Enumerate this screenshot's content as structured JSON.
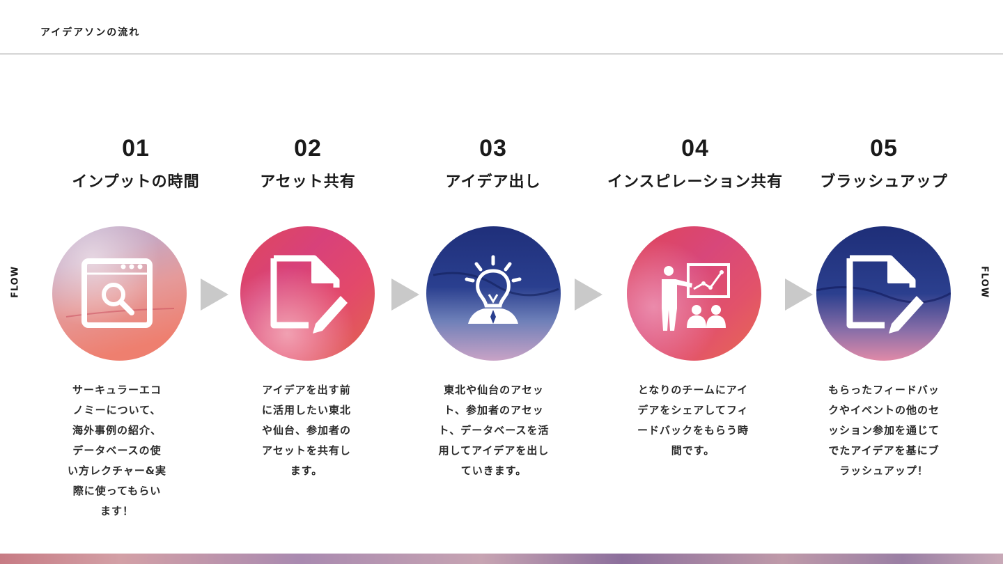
{
  "header": {
    "title": "アイデアソンの流れ"
  },
  "side_labels": {
    "left": "FLOW",
    "right": "FLOW"
  },
  "colors": {
    "arrow": "#c9c9c9",
    "rule": "#8a8a8a",
    "text": "#1a1a1a"
  },
  "steps": [
    {
      "number": "01",
      "title": "インプットの時間",
      "icon": "browser-search-icon",
      "theme": "pink-coral",
      "description_lines": [
        "サーキュラーエコ",
        "ノミーについて、",
        "海外事例の紹介、",
        "データベースの使",
        "い方レクチャー&実",
        "際に使ってもらい",
        "ます！"
      ]
    },
    {
      "number": "02",
      "title": "アセット共有",
      "icon": "document-edit-icon",
      "theme": "red-magenta",
      "description_lines": [
        "アイデアを出す前",
        "に活用したい東北",
        "や仙台、参加者の",
        "アセットを共有し",
        "ます。"
      ]
    },
    {
      "number": "03",
      "title": "アイデア出し",
      "icon": "lightbulb-head-icon",
      "theme": "navy-blue",
      "description_lines": [
        "東北や仙台のアセッ",
        "ト、参加者のアセッ",
        "ト、データベースを活",
        "用してアイデアを出し",
        "ていきます。"
      ]
    },
    {
      "number": "04",
      "title": "インスピレーション共有",
      "icon": "presentation-icon",
      "theme": "red-magenta",
      "description_lines": [
        "となりのチームにアイ",
        "デアをシェアしてフィ",
        "ードバックをもらう時",
        "間です。"
      ]
    },
    {
      "number": "05",
      "title": "ブラッシュアップ",
      "icon": "document-edit-icon",
      "theme": "navy-pink",
      "description_lines": [
        "もらったフィードバッ",
        "クやイベントの他のセ",
        "ッション参加を通じて",
        "でたアイデアを基にブ",
        "ラッシュアップ！"
      ]
    }
  ]
}
